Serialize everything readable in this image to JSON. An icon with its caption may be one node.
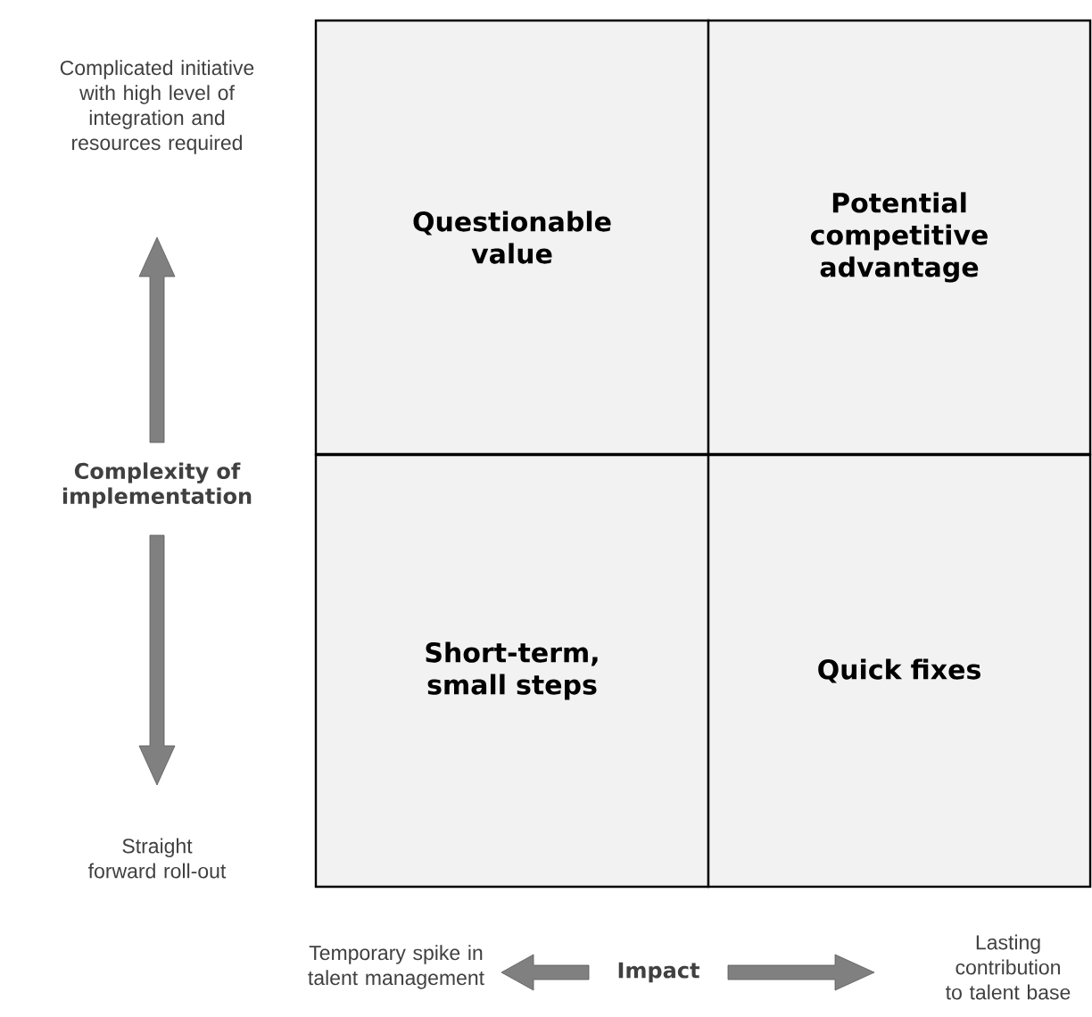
{
  "diagram": {
    "nodes": [
      {
        "text": [
          "Questionable value"
        ]
      },
      {
        "text": [
          "Potential competitive advantage"
        ]
      },
      {
        "text": [
          "Short-term, small steps"
        ]
      },
      {
        "text": [
          "Quick fixes"
        ]
      }
    ],
    "labels": [
      "Complicated initiative with high level of integration and resources required",
      "Complexity of implementation",
      "Straight forward roll-out",
      "Temporary spike in talent management",
      "Impact",
      "Lasting contribution to talent base"
    ]
  }
}
